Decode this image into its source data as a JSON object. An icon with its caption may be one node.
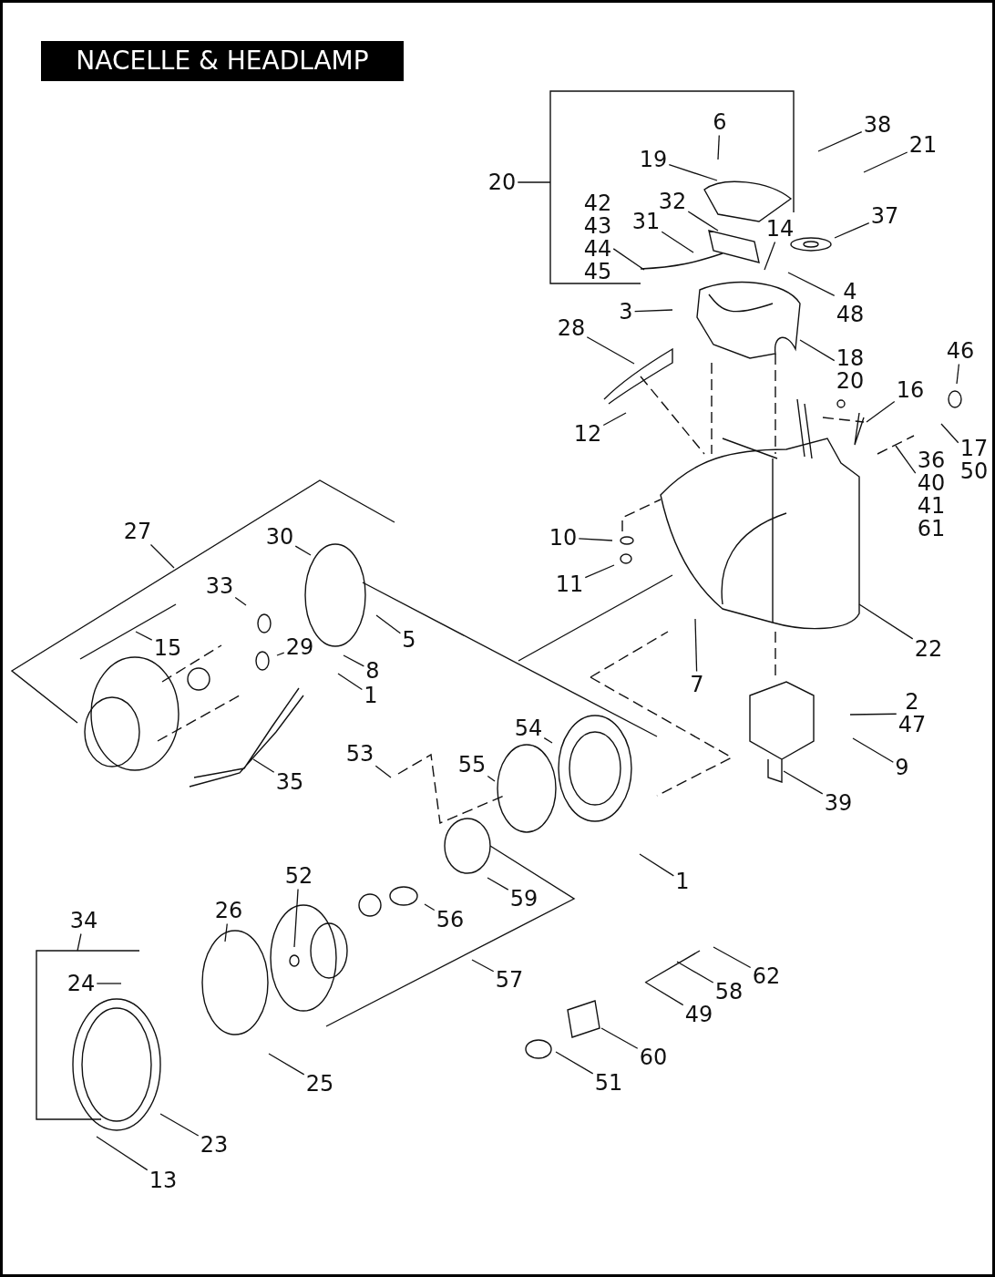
{
  "diagram": {
    "title": "NACELLE & HEADLAMP",
    "nodes": [
      {
        "text": [
          "6"
        ]
      },
      {
        "text": [
          "38"
        ]
      },
      {
        "text": [
          "21"
        ]
      },
      {
        "text": [
          "19"
        ]
      },
      {
        "text": [
          "20"
        ]
      },
      {
        "text": [
          "42",
          "43",
          "44",
          "45"
        ]
      },
      {
        "text": [
          "32"
        ]
      },
      {
        "text": [
          "37"
        ]
      },
      {
        "text": [
          "31"
        ]
      },
      {
        "text": [
          "14"
        ]
      },
      {
        "text": [
          "4",
          "48"
        ]
      },
      {
        "text": [
          "3"
        ]
      },
      {
        "text": [
          "28"
        ]
      },
      {
        "text": [
          "18",
          "20"
        ]
      },
      {
        "text": [
          "46"
        ]
      },
      {
        "text": [
          "16"
        ]
      },
      {
        "text": [
          "12"
        ]
      },
      {
        "text": [
          "17",
          "50"
        ]
      },
      {
        "text": [
          "36",
          "40",
          "41",
          "61"
        ]
      },
      {
        "text": [
          "27"
        ]
      },
      {
        "text": [
          "30"
        ]
      },
      {
        "text": [
          "10"
        ]
      },
      {
        "text": [
          "11"
        ]
      },
      {
        "text": [
          "33"
        ]
      },
      {
        "text": [
          "15"
        ]
      },
      {
        "text": [
          "5"
        ]
      },
      {
        "text": [
          "29"
        ]
      },
      {
        "text": [
          "8"
        ]
      },
      {
        "text": [
          "22"
        ]
      },
      {
        "text": [
          "7"
        ]
      },
      {
        "text": [
          "1"
        ]
      },
      {
        "text": [
          "2",
          "47"
        ]
      },
      {
        "text": [
          "54"
        ]
      },
      {
        "text": [
          "53"
        ]
      },
      {
        "text": [
          "55"
        ]
      },
      {
        "text": [
          "9"
        ]
      },
      {
        "text": [
          "35"
        ]
      },
      {
        "text": [
          "39"
        ]
      },
      {
        "text": [
          "52"
        ]
      },
      {
        "text": [
          "1"
        ]
      },
      {
        "text": [
          "59"
        ]
      },
      {
        "text": [
          "26"
        ]
      },
      {
        "text": [
          "56"
        ]
      },
      {
        "text": [
          "34"
        ]
      },
      {
        "text": [
          "62"
        ]
      },
      {
        "text": [
          "57"
        ]
      },
      {
        "text": [
          "24"
        ]
      },
      {
        "text": [
          "58"
        ]
      },
      {
        "text": [
          "49"
        ]
      },
      {
        "text": [
          "60"
        ]
      },
      {
        "text": [
          "51"
        ]
      },
      {
        "text": [
          "25"
        ]
      },
      {
        "text": [
          "23"
        ]
      },
      {
        "text": [
          "13"
        ]
      }
    ],
    "edges": [
      {
        "from": 0,
        "to": null,
        "arrow": "none"
      },
      {
        "from": 1,
        "to": null,
        "arrow": "none"
      },
      {
        "from": 2,
        "to": null,
        "arrow": "none"
      },
      {
        "from": 3,
        "to": null,
        "arrow": "none"
      },
      {
        "from": 4,
        "to": null,
        "arrow": "none"
      },
      {
        "from": 5,
        "to": null,
        "arrow": "none"
      },
      {
        "from": 6,
        "to": null,
        "arrow": "none"
      },
      {
        "from": 7,
        "to": null,
        "arrow": "none"
      },
      {
        "from": 8,
        "to": null,
        "arrow": "none"
      },
      {
        "from": 9,
        "to": null,
        "arrow": "none"
      },
      {
        "from": 10,
        "to": null,
        "arrow": "none"
      },
      {
        "from": 11,
        "to": null,
        "arrow": "none"
      },
      {
        "from": 12,
        "to": null,
        "arrow": "none"
      },
      {
        "from": 13,
        "to": null,
        "arrow": "none"
      },
      {
        "from": 14,
        "to": null,
        "arrow": "none"
      },
      {
        "from": 15,
        "to": null,
        "arrow": "none"
      },
      {
        "from": 16,
        "to": null,
        "arrow": "none"
      },
      {
        "from": 17,
        "to": null,
        "arrow": "none"
      },
      {
        "from": 18,
        "to": null,
        "arrow": "none"
      },
      {
        "from": 19,
        "to": null,
        "arrow": "none"
      },
      {
        "from": 20,
        "to": null,
        "arrow": "none"
      },
      {
        "from": 21,
        "to": null,
        "arrow": "none"
      },
      {
        "from": 22,
        "to": null,
        "arrow": "none"
      },
      {
        "from": 23,
        "to": null,
        "arrow": "none"
      },
      {
        "from": 24,
        "to": null,
        "arrow": "none"
      },
      {
        "from": 25,
        "to": null,
        "arrow": "none"
      },
      {
        "from": 26,
        "to": null,
        "arrow": "none"
      },
      {
        "from": 27,
        "to": null,
        "arrow": "none"
      },
      {
        "from": 28,
        "to": null,
        "arrow": "none"
      },
      {
        "from": 29,
        "to": null,
        "arrow": "none"
      },
      {
        "from": 30,
        "to": null,
        "arrow": "none"
      },
      {
        "from": 31,
        "to": null,
        "arrow": "none"
      },
      {
        "from": 32,
        "to": null,
        "arrow": "none"
      },
      {
        "from": 33,
        "to": null,
        "arrow": "none"
      },
      {
        "from": 34,
        "to": null,
        "arrow": "none"
      },
      {
        "from": 35,
        "to": null,
        "arrow": "none"
      },
      {
        "from": 36,
        "to": null,
        "arrow": "none"
      },
      {
        "from": 37,
        "to": null,
        "arrow": "none"
      },
      {
        "from": 38,
        "to": null,
        "arrow": "none"
      },
      {
        "from": 39,
        "to": null,
        "arrow": "none"
      },
      {
        "from": 40,
        "to": null,
        "arrow": "none"
      },
      {
        "from": 41,
        "to": null,
        "arrow": "none"
      },
      {
        "from": 42,
        "to": null,
        "arrow": "none"
      },
      {
        "from": 43,
        "to": null,
        "arrow": "none"
      },
      {
        "from": 44,
        "to": null,
        "arrow": "none"
      },
      {
        "from": 45,
        "to": null,
        "arrow": "none"
      },
      {
        "from": 46,
        "to": null,
        "arrow": "none"
      },
      {
        "from": 47,
        "to": null,
        "arrow": "none"
      },
      {
        "from": 48,
        "to": null,
        "arrow": "none"
      },
      {
        "from": 49,
        "to": null,
        "arrow": "none"
      },
      {
        "from": 50,
        "to": null,
        "arrow": "none"
      },
      {
        "from": 51,
        "to": null,
        "arrow": "none"
      },
      {
        "from": 52,
        "to": null,
        "arrow": "none"
      },
      {
        "from": 53,
        "to": null,
        "arrow": "none"
      }
    ]
  }
}
